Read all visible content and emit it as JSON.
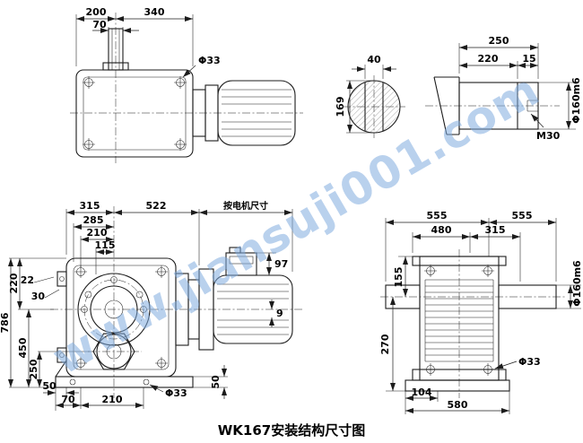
{
  "caption": "WK167安装结构尺寸图",
  "watermark": "www.jiansuji001.com",
  "top_view": {
    "d200": "200",
    "d340": "340",
    "d70": "70",
    "phi33": "Φ33"
  },
  "section_view": {
    "d40": "40",
    "d169": "169"
  },
  "shaft_view": {
    "d250": "250",
    "d220": "220",
    "d15": "15",
    "phi160": "Φ160m6",
    "m30": "M30"
  },
  "front_view": {
    "d315": "315",
    "d522": "522",
    "motor_note": "按电机尺寸",
    "d285": "285",
    "d210_top": "210",
    "d115": "115",
    "d786": "786",
    "d220_left": "220",
    "d450": "450",
    "d250_left": "250",
    "d22": "22",
    "d30": "30",
    "d97": "97",
    "d9": "9",
    "d50_left": "50",
    "d70_bottom": "70",
    "d210_bottom": "210",
    "phi33": "Φ33",
    "d50_right": "50"
  },
  "side_view": {
    "d555_left": "555",
    "d555_right": "555",
    "d480": "480",
    "d315": "315",
    "phi160": "Φ160m6",
    "d155": "155",
    "d270": "270",
    "phi33": "Φ33",
    "d104": "104",
    "d580": "580"
  }
}
